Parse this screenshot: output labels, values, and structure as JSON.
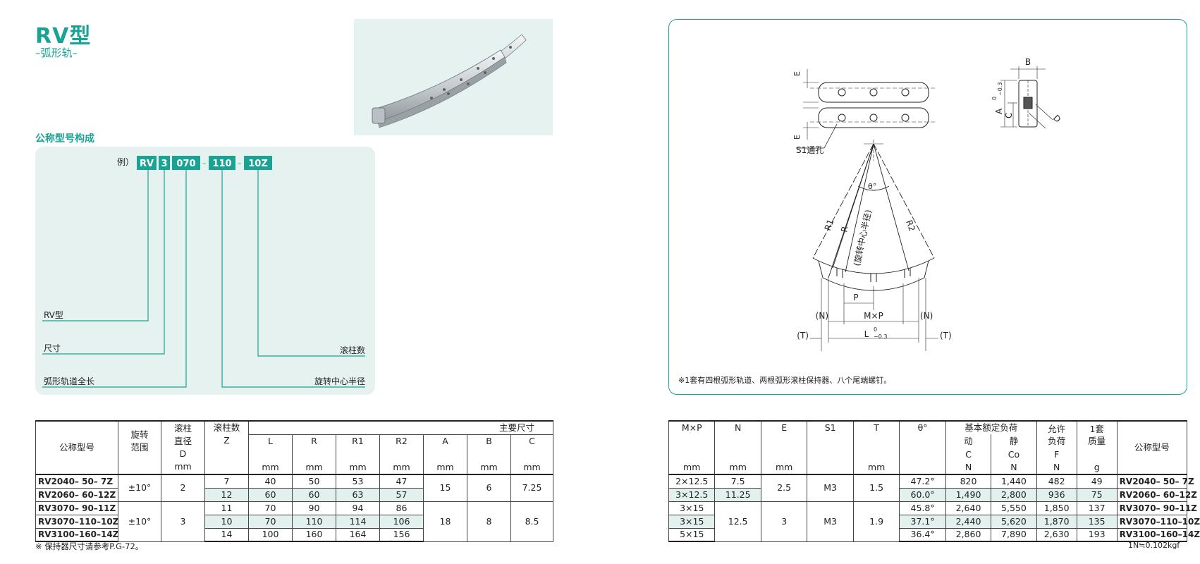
{
  "header": {
    "title": "RV型",
    "subtitle": "–弧形轨–"
  },
  "section_title": "公称型号构成",
  "model_code": {
    "example_label": "例）",
    "segments": [
      "RV",
      "3",
      "070",
      "110",
      "10Z"
    ],
    "separator": "–",
    "labels": {
      "type": "RV型",
      "size": "尺寸",
      "length": "弧形轨道全长",
      "rollers": "滚柱数",
      "radius": "旋转中心半径"
    }
  },
  "diagram": {
    "labels": {
      "E": "E",
      "S1": "S1通孔",
      "B": "B",
      "C": "C",
      "D": "D",
      "A": "A",
      "A_tol_top": "0",
      "A_tol_bot": "−0.3",
      "theta": "θ°",
      "R1": "R1",
      "R": "R",
      "R2": "R2",
      "center_radius": "(旋转中心半径)",
      "P": "P",
      "N_left": "(N)",
      "MxP": "M×P",
      "N_right": "(N)",
      "T_left": "(T)",
      "L": "L",
      "L_tol_top": "0",
      "L_tol_bot": "−0.3",
      "T_right": "(T)"
    },
    "note": "※1套有四根弧形轨道、两根弧形滚柱保持器、八个尾端螺钉。"
  },
  "left_table": {
    "headers": {
      "model": "公称型号",
      "rotation": [
        "旋转",
        "范围"
      ],
      "roller_dia": [
        "滚柱",
        "直径",
        "D",
        "mm"
      ],
      "roller_count": [
        "滚柱数",
        "Z"
      ],
      "main_dims": "主要尺寸",
      "cols": [
        "L",
        "R",
        "R1",
        "R2",
        "A",
        "B",
        "C"
      ],
      "unit": "mm"
    },
    "groups": [
      {
        "rotation": "±10°",
        "D": "2",
        "A": "15",
        "B": "6",
        "C": "7.25",
        "rows": [
          {
            "model": "RV2040–  50–  7Z",
            "Z": "7",
            "L": "40",
            "R": "50",
            "R1": "53",
            "R2": "47"
          },
          {
            "model": "RV2060–  60–12Z",
            "Z": "12",
            "L": "60",
            "R": "60",
            "R1": "63",
            "R2": "57"
          }
        ]
      },
      {
        "rotation": "±10°",
        "D": "3",
        "A": "18",
        "B": "8",
        "C": "8.5",
        "rows": [
          {
            "model": "RV3070–  90–11Z",
            "Z": "11",
            "L": "70",
            "R": "90",
            "R1": "94",
            "R2": "86"
          },
          {
            "model": "RV3070–110–10Z",
            "Z": "10",
            "L": "70",
            "R": "110",
            "R1": "114",
            "R2": "106"
          },
          {
            "model": "RV3100–160–14Z",
            "Z": "14",
            "L": "100",
            "R": "160",
            "R1": "164",
            "R2": "156"
          }
        ]
      }
    ],
    "footnote": "※ 保持器尺寸请参考P.G-72。"
  },
  "right_table": {
    "headers": {
      "mxp": "M×P",
      "N": "N",
      "E": "E",
      "S1": "S1",
      "T": "T",
      "theta": "θ°",
      "load": "基本额定负荷",
      "dyn": [
        "动",
        "C",
        "N"
      ],
      "sta": [
        "静",
        "Co",
        "N"
      ],
      "allow": [
        "允许",
        "负荷",
        "F",
        "N"
      ],
      "mass": [
        "1套",
        "质量",
        "g"
      ],
      "model": "公称型号",
      "unit": "mm"
    },
    "groups": [
      {
        "N": null,
        "E": "2.5",
        "S1": "M3",
        "T": "1.5",
        "rows": [
          {
            "mxp": "2×12.5",
            "N": "7.5",
            "theta": "47.2°",
            "C": "820",
            "Co": "1,440",
            "F": "482",
            "g": "49",
            "model": "RV2040–  50–  7Z"
          },
          {
            "mxp": "3×12.5",
            "N": "11.25",
            "theta": "60.0°",
            "C": "1,490",
            "Co": "2,800",
            "F": "936",
            "g": "75",
            "model": "RV2060–  60–12Z"
          }
        ]
      },
      {
        "N": "12.5",
        "E": "3",
        "S1": "M3",
        "T": "1.9",
        "rows": [
          {
            "mxp": "3×15",
            "theta": "45.8°",
            "C": "2,640",
            "Co": "5,550",
            "F": "1,850",
            "g": "137",
            "model": "RV3070–  90–11Z"
          },
          {
            "mxp": "3×15",
            "theta": "37.1°",
            "C": "2,440",
            "Co": "5,620",
            "F": "1,870",
            "g": "135",
            "model": "RV3070–110–10Z"
          },
          {
            "mxp": "5×15",
            "theta": "36.4°",
            "C": "2,860",
            "Co": "7,890",
            "F": "2,630",
            "g": "193",
            "model": "RV3100–160–14Z"
          }
        ]
      }
    ],
    "footnote": "1N≒0.102kgf"
  },
  "colors": {
    "accent": "#1aa394",
    "panel": "#e6f2ef",
    "tint": "#e2f1ee"
  }
}
